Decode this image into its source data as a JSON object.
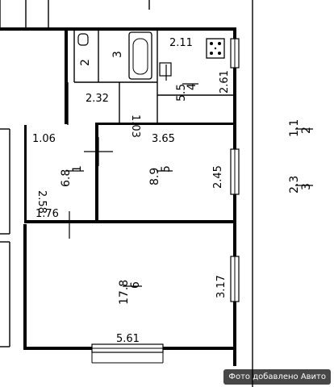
{
  "rooms": [
    {
      "id": "r1",
      "number": "1",
      "area": "6.8"
    },
    {
      "id": "r2",
      "number": "2",
      "area": "1.1"
    },
    {
      "id": "r3",
      "number": "3",
      "area": "2.3"
    },
    {
      "id": "r4",
      "number": "4",
      "area": "5.5"
    },
    {
      "id": "r5",
      "number": "5",
      "area": "8.9"
    },
    {
      "id": "r6",
      "number": "6",
      "area": "17.8"
    }
  ],
  "small_labels": {
    "wc": "2",
    "bath": "3"
  },
  "dimensions": {
    "d_211": "2.11",
    "d_261": "2.61",
    "d_232": "2.32",
    "d_103": "1.03",
    "d_106": "1.06",
    "d_365": "3.65",
    "d_258": "2.58",
    "d_245": "2.45",
    "d_176": "1.76",
    "d_317": "3.17",
    "d_561": "5.61"
  },
  "watermark": "Фото добавлено Авито",
  "colors": {
    "line": "#000000",
    "background": "#ffffff"
  }
}
